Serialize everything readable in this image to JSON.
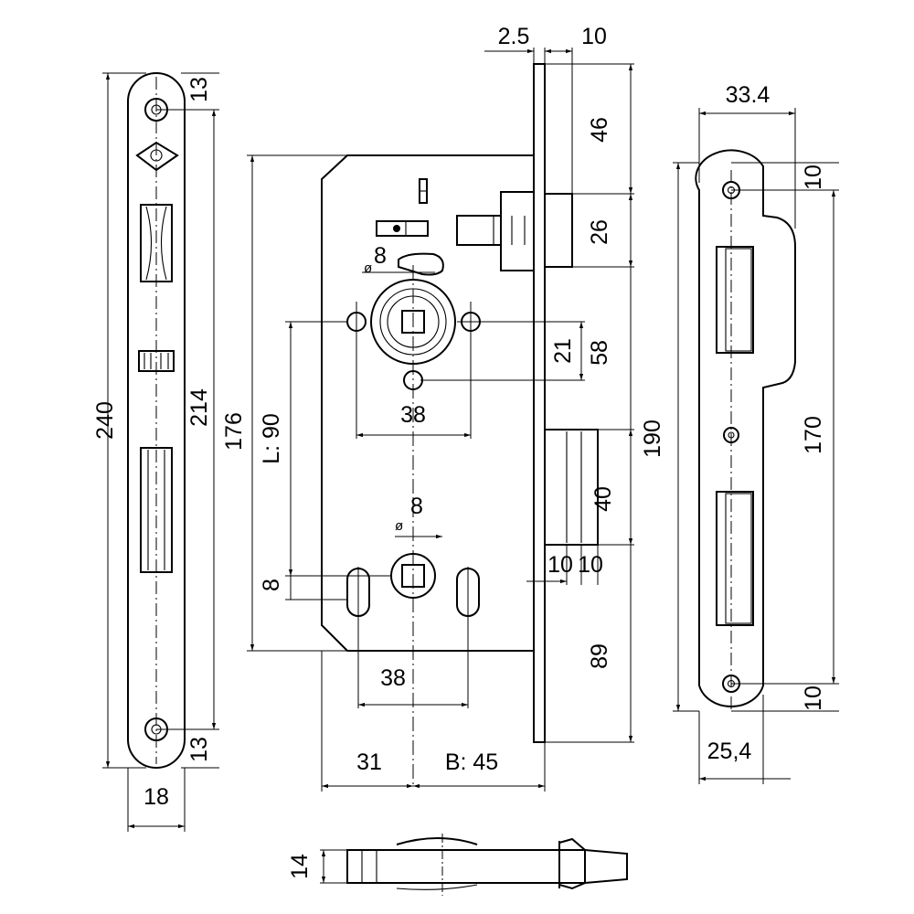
{
  "dimensions": {
    "faceplate_height": "240",
    "faceplate_inner": "214",
    "faceplate_top_screw": "13",
    "faceplate_bottom_screw": "13",
    "faceplate_width": "18",
    "body_height": "176",
    "lever_distance": "L: 90",
    "top_thickness_a": "2.5",
    "top_thickness_b": "10",
    "deadbolt_offset": "46",
    "deadbolt_height": "26",
    "follower_offset": "21",
    "follower_pos": "58",
    "total_height": "190",
    "latch_height": "40",
    "latch_w1": "10",
    "latch_w2": "10",
    "bottom_offset": "89",
    "rose_spacing": "38",
    "follower_dia_sym": "ø",
    "follower_dia": "8",
    "cyl_dia_sym": "ø",
    "cyl_dia": "8",
    "keyhole_offset": "8",
    "keyhole_spacing": "38",
    "edge_offset": "31",
    "backset": "B: 45",
    "strike_width_top": "33.4",
    "strike_top_screw": "10",
    "strike_bottom_screw": "10",
    "strike_height": "170",
    "strike_width_bottom": "25,4",
    "bolt_thickness": "14"
  }
}
